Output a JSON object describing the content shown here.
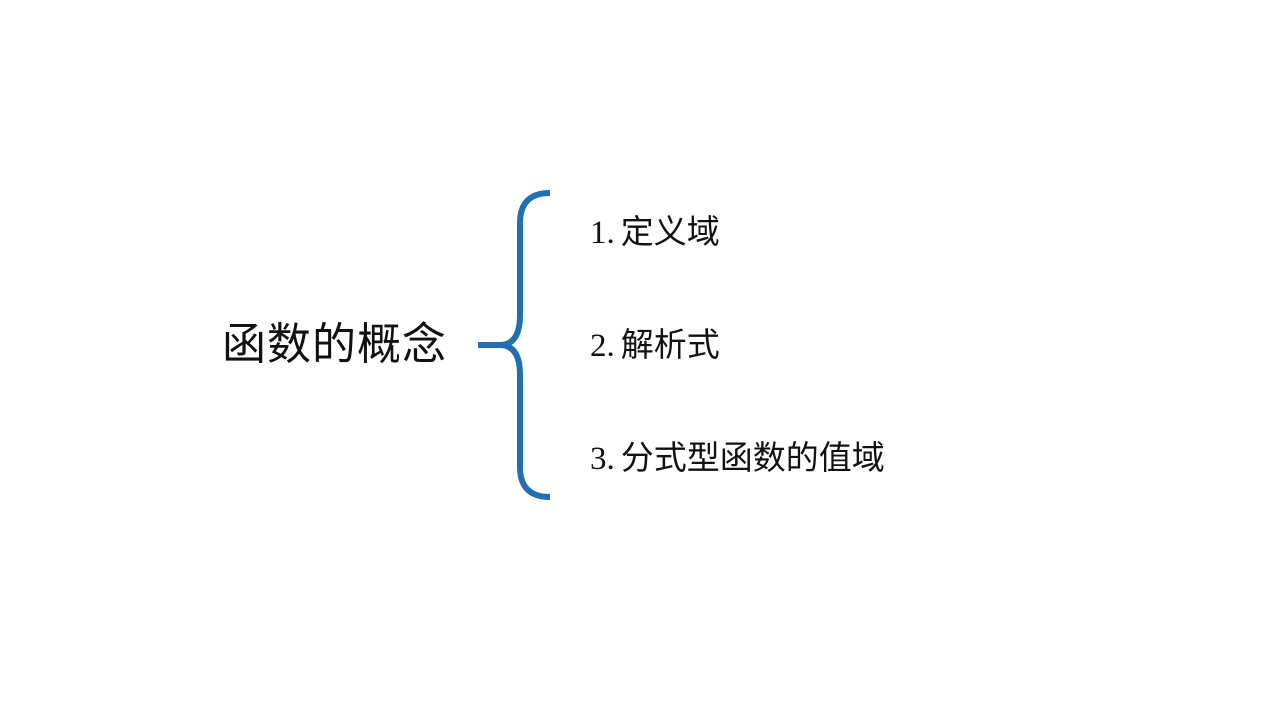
{
  "diagram": {
    "root": "函数的概念",
    "brace_color": "#1f6fb2",
    "items": [
      {
        "num": "1.",
        "text": "定义域"
      },
      {
        "num": "2.",
        "text": "解析式"
      },
      {
        "num": "3.",
        "text": "分式型函数的值域"
      }
    ]
  }
}
